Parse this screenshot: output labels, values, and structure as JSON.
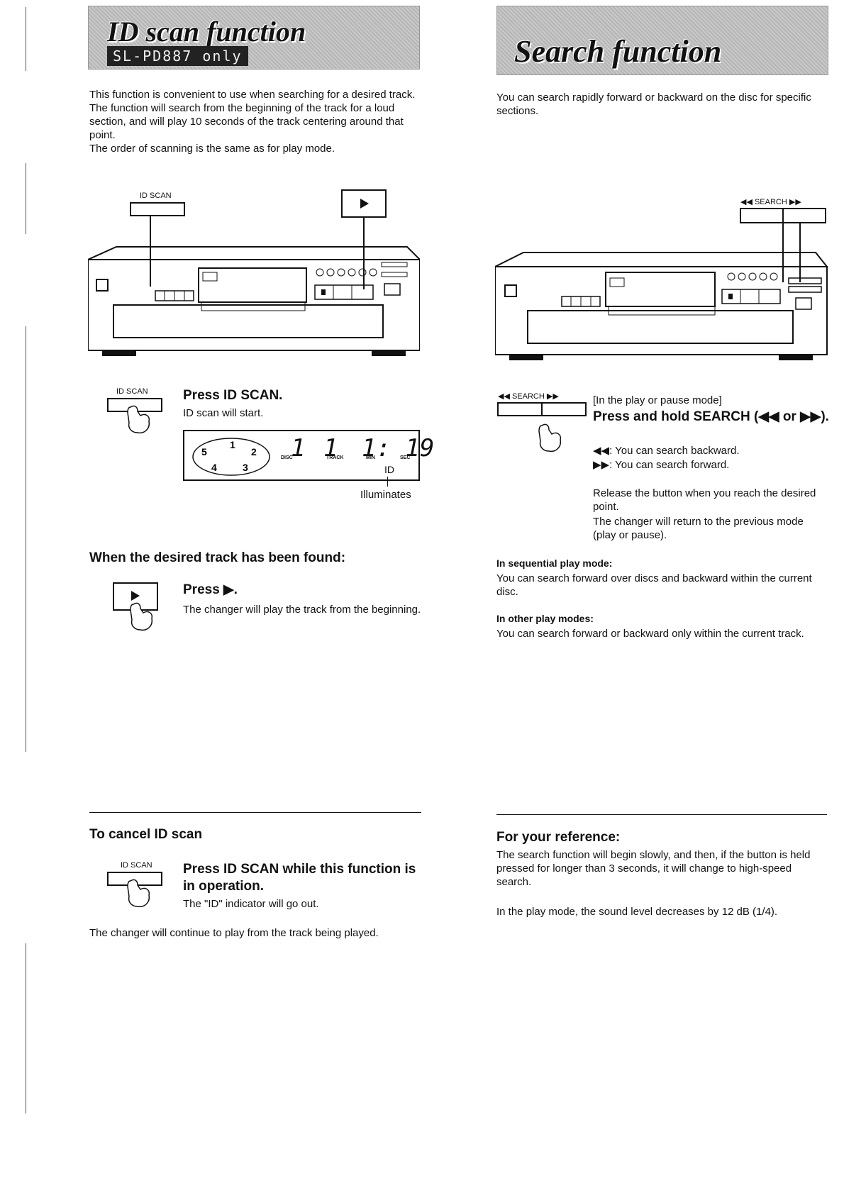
{
  "left": {
    "title": "ID scan function",
    "model_tag": "SL-PD887 only",
    "intro": [
      "This function is convenient to use when searching for a desired track.",
      "The function will search from the beginning of the track for a loud section, and will play 10 seconds of the track centering around that point.",
      "The order of scanning is the same as for play mode."
    ],
    "diagram_label": "ID SCAN",
    "step1": {
      "button_label": "ID SCAN",
      "title": "Press ID SCAN.",
      "text": "ID scan will start.",
      "display": {
        "disc_value": "1",
        "track_value": "1",
        "time_value": "1: 19",
        "disc_label": "DISC",
        "track_label": "TRACK",
        "min_label": "MIN",
        "sec_label": "SEC",
        "indicator": "ID",
        "carousel_numbers": [
          "1",
          "2",
          "3",
          "4",
          "5"
        ]
      },
      "caption": "Illuminates"
    },
    "found_heading": "When the desired track has been found:",
    "step2": {
      "title": "Press ▶.",
      "text": "The changer will play the track from the beginning."
    },
    "cancel_heading": "To cancel ID scan",
    "step3": {
      "button_label": "ID SCAN",
      "title": "Press ID SCAN while this function is in operation.",
      "text": "The \"ID\" indicator will go out."
    },
    "cancel_note": "The changer will continue to play from the track being played."
  },
  "right": {
    "title": "Search function",
    "intro": "You can search rapidly forward or backward on the disc for specific sections.",
    "diagram_label": "◀◀  SEARCH  ▶▶",
    "step": {
      "button_label": "◀◀  SEARCH  ▶▶",
      "mode_note": "[In the play or pause mode]",
      "title": "Press and hold SEARCH (◀◀ or ▶▶).",
      "back": "◀◀: You can search backward.",
      "fwd": "▶▶: You can search forward.",
      "release_1": "Release the button when you reach the desired point.",
      "release_2": "The changer will return to the previous mode (play or pause)."
    },
    "sequential_heading": "In sequential play mode:",
    "sequential_text": "You can search forward over discs and backward within the current disc.",
    "other_heading": "In other play modes:",
    "other_text": "You can search forward or backward only within the current track.",
    "reference_heading": "For your reference:",
    "reference_text": "The search function will begin slowly, and then, if the button is held pressed for longer than 3 seconds, it will change to high-speed search.",
    "reference_note": "In the play mode, the sound level decreases by 12 dB (1/4)."
  }
}
